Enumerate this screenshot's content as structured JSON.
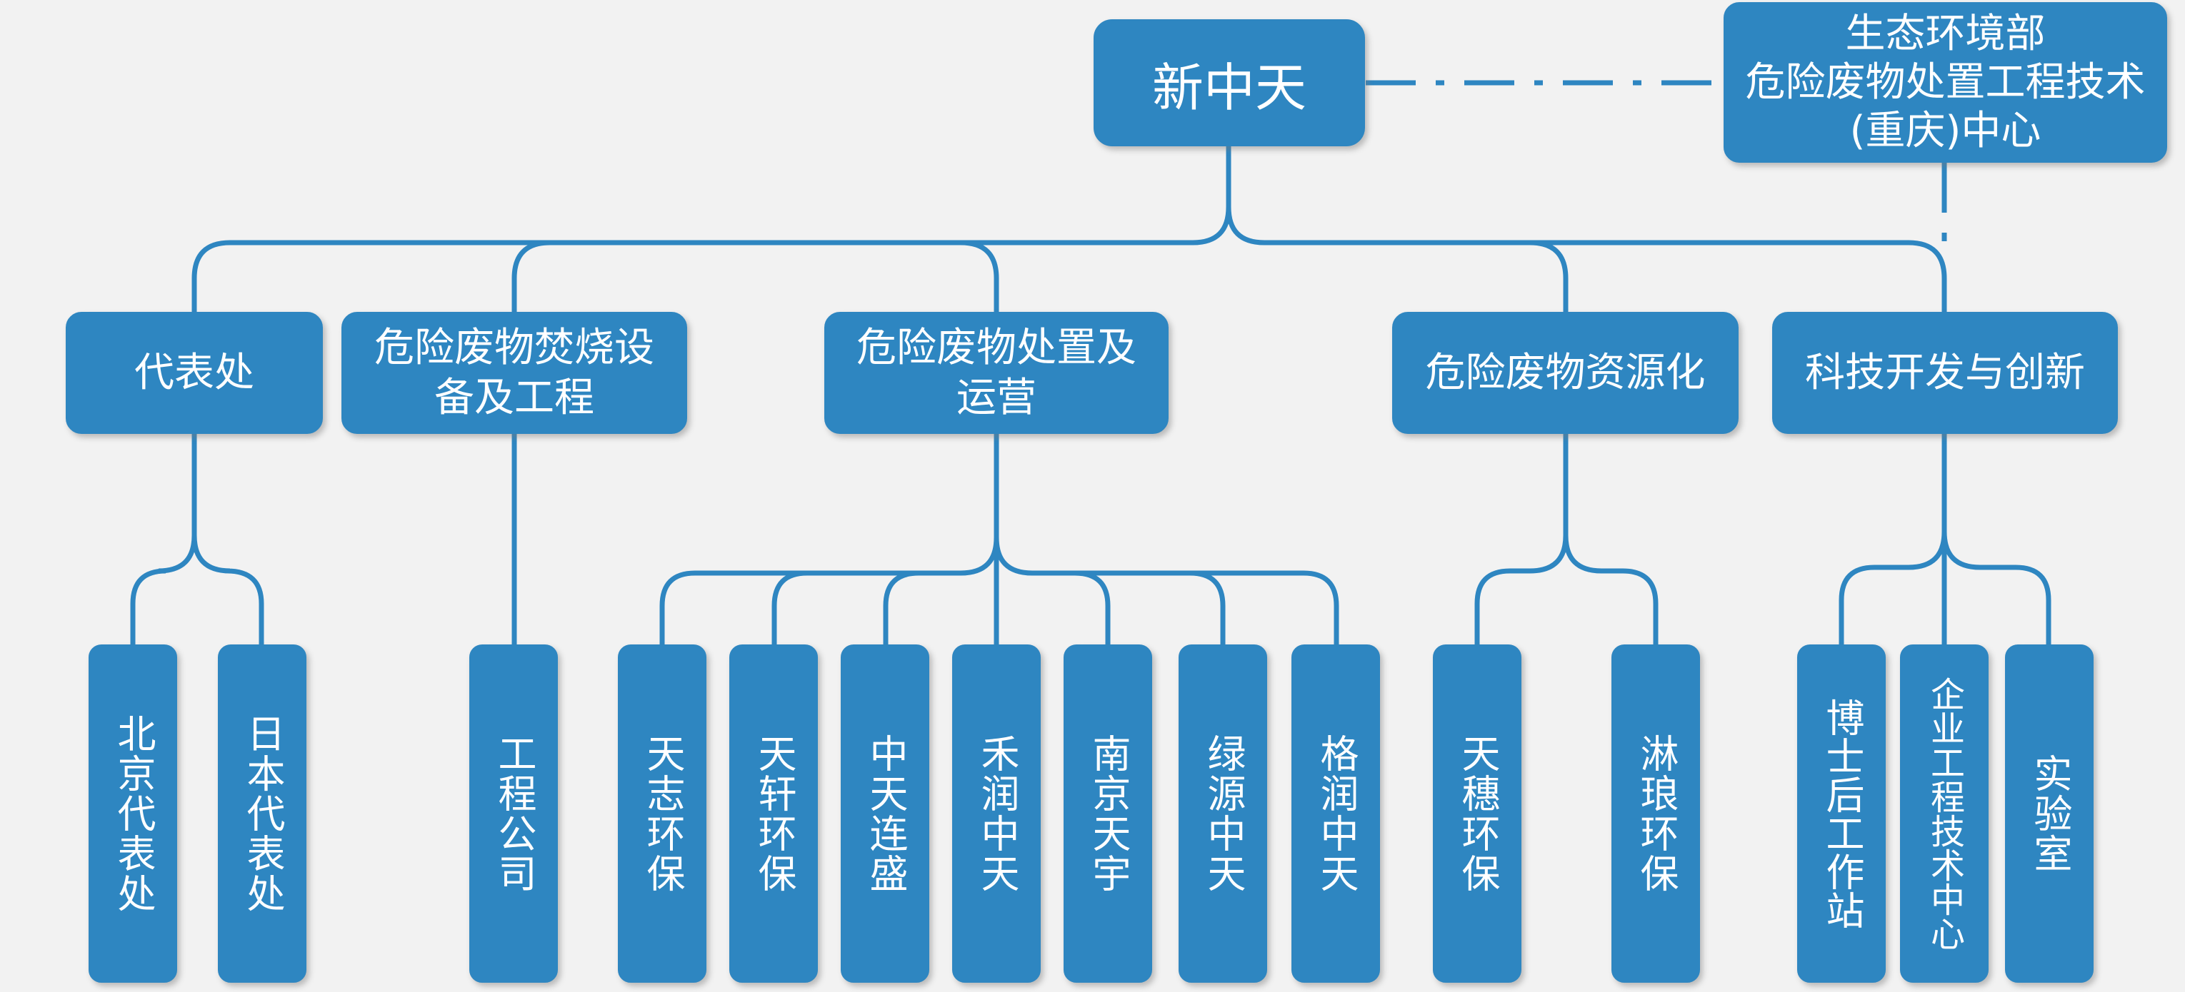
{
  "root": {
    "label": "新中天"
  },
  "external": {
    "lines": [
      "生态环境部",
      "危险废物处置工程技术",
      "(重庆)中心"
    ]
  },
  "departments": [
    {
      "lines": [
        "代表处"
      ]
    },
    {
      "lines": [
        "危险废物焚烧设",
        "备及工程"
      ]
    },
    {
      "lines": [
        "危险废物处置及",
        "运营"
      ]
    },
    {
      "lines": [
        "危险废物资源化"
      ]
    },
    {
      "lines": [
        "科技开发与创新"
      ]
    }
  ],
  "leaves": [
    {
      "label": "北京代表处"
    },
    {
      "label": "日本代表处"
    },
    {
      "label": "工程公司"
    },
    {
      "label": "天志环保"
    },
    {
      "label": "天轩环保"
    },
    {
      "label": "中天连盛"
    },
    {
      "label": "禾润中天"
    },
    {
      "label": "南京天宇"
    },
    {
      "label": "绿源中天"
    },
    {
      "label": "格润中天"
    },
    {
      "label": "天穗环保"
    },
    {
      "label": "淋琅环保"
    },
    {
      "label": "博士后工作站"
    },
    {
      "label": "企业工程技术中心"
    },
    {
      "label": "实验室"
    }
  ],
  "colors": {
    "box_fill": "#2e86c1",
    "connector": "#2e86c1",
    "text": "#ffffff",
    "background": "#f2f2f2"
  }
}
